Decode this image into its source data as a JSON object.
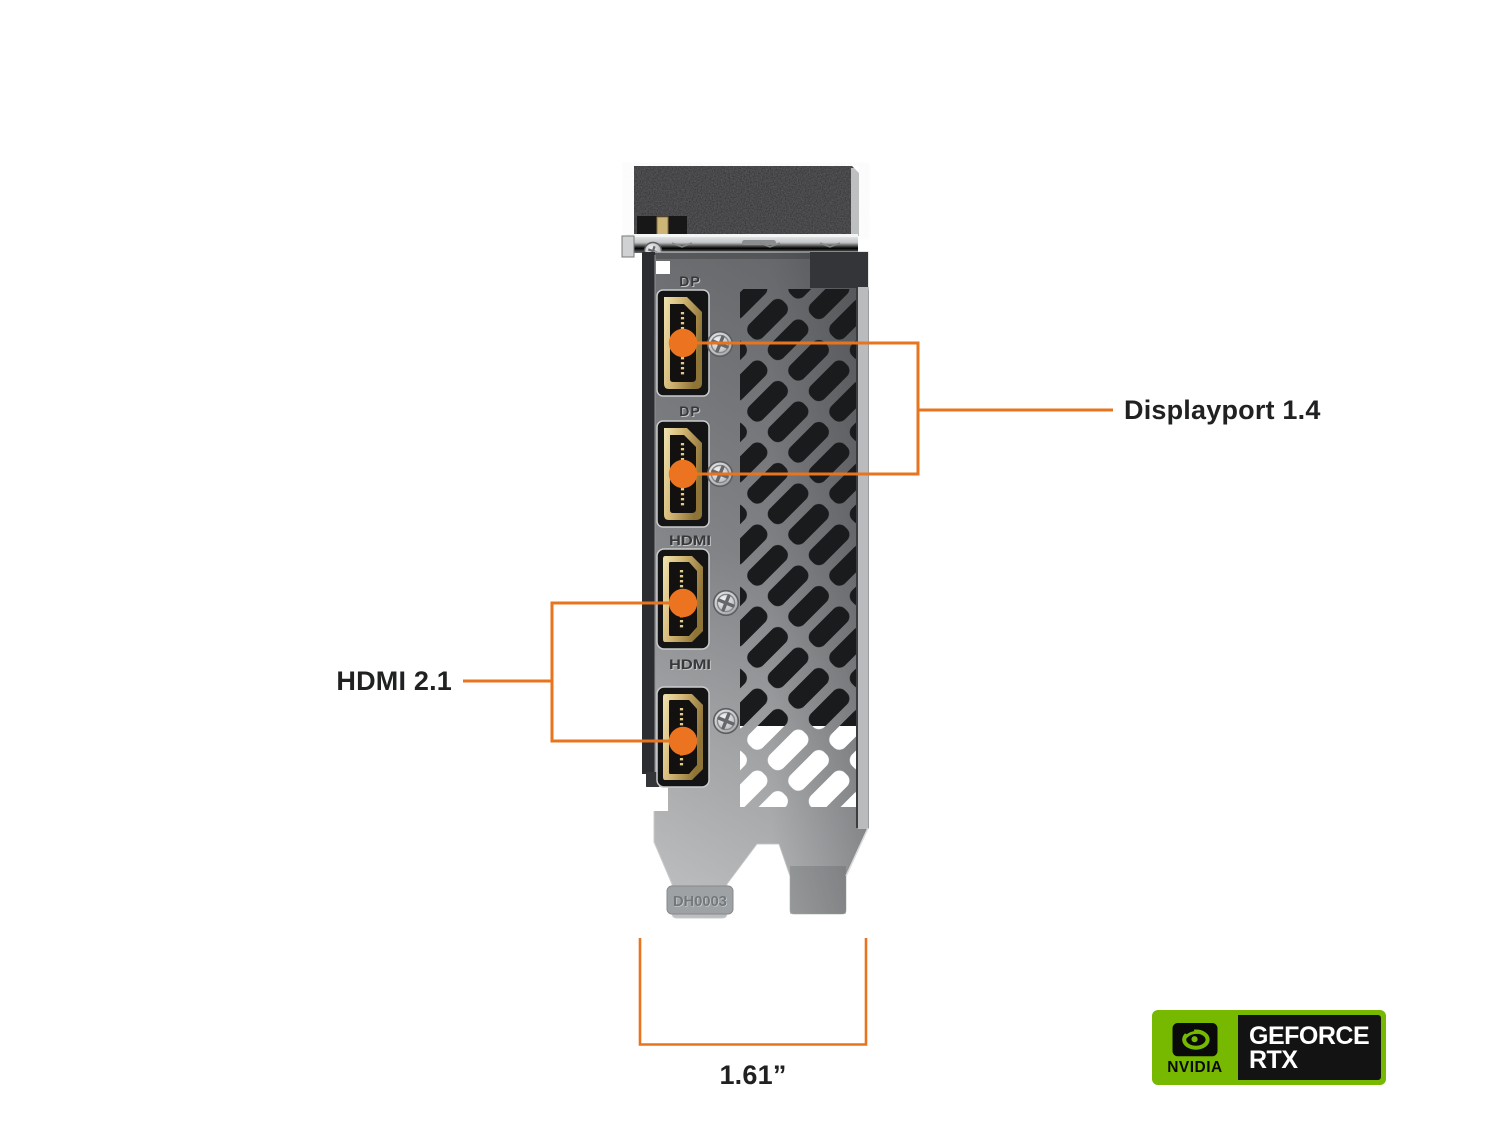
{
  "accent_color": "#E8741F",
  "card": {
    "port_labels": [
      "DP",
      "DP",
      "HDMI",
      "HDMI"
    ],
    "bracket_stamp": "DH0003"
  },
  "callouts": {
    "displayport": "Displayport 1.4",
    "hdmi": "HDMI 2.1"
  },
  "measurement": {
    "bracket_width": "1.61”"
  },
  "badge": {
    "brand": "NVIDIA",
    "product_line1": "GEFORCE",
    "product_line2": "RTX",
    "green": "#76B900"
  }
}
